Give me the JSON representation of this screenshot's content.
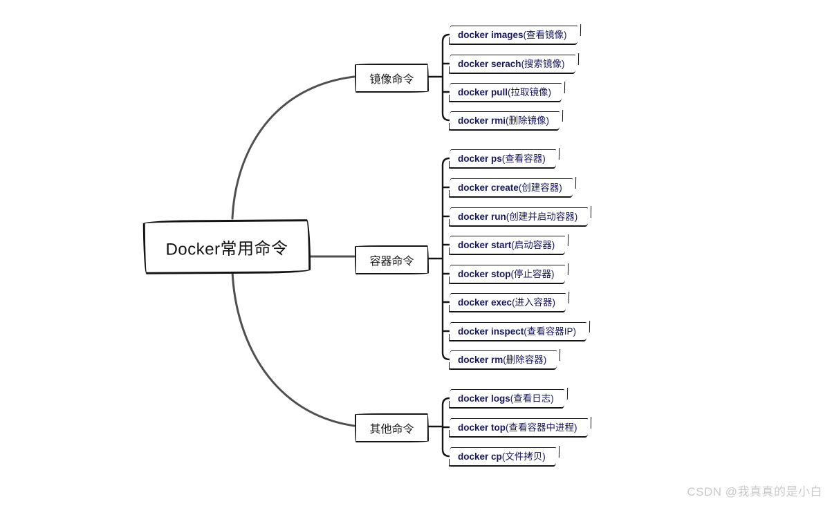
{
  "root": {
    "label": "Docker常用命令"
  },
  "branches": [
    {
      "label": "镜像命令",
      "children": [
        {
          "command": "docker images",
          "note": "(查看镜像)"
        },
        {
          "command": "docker serach",
          "note": "(搜索镜像)"
        },
        {
          "command": "docker pull",
          "note": "(拉取镜像)"
        },
        {
          "command": "docker rmi",
          "note": "(删除镜像)"
        }
      ]
    },
    {
      "label": "容器命令",
      "children": [
        {
          "command": "docker ps",
          "note": "(查看容器)"
        },
        {
          "command": "docker create",
          "note": "(创建容器)"
        },
        {
          "command": "docker run",
          "note": "(创建并启动容器)"
        },
        {
          "command": "docker start",
          "note": "(启动容器)"
        },
        {
          "command": "docker stop",
          "note": "(停止容器)"
        },
        {
          "command": "docker exec",
          "note": "(进入容器)"
        },
        {
          "command": "docker inspect",
          "note": "(查看容器IP)"
        },
        {
          "command": "docker rm",
          "note": "(删除容器)"
        }
      ]
    },
    {
      "label": "其他命令",
      "children": [
        {
          "command": "docker logs",
          "note": "(查看日志)"
        },
        {
          "command": "docker top",
          "note": "(查看容器中进程)"
        },
        {
          "command": "docker cp",
          "note": "(文件拷贝)"
        }
      ]
    }
  ],
  "watermark": "CSDN @我真真的是小白",
  "colors": {
    "background": "#ffffff",
    "leaf_text": "#16165e",
    "node_border": "#141414",
    "root_connector": "#4f4f4f",
    "watermark": "#c9c9c9"
  }
}
